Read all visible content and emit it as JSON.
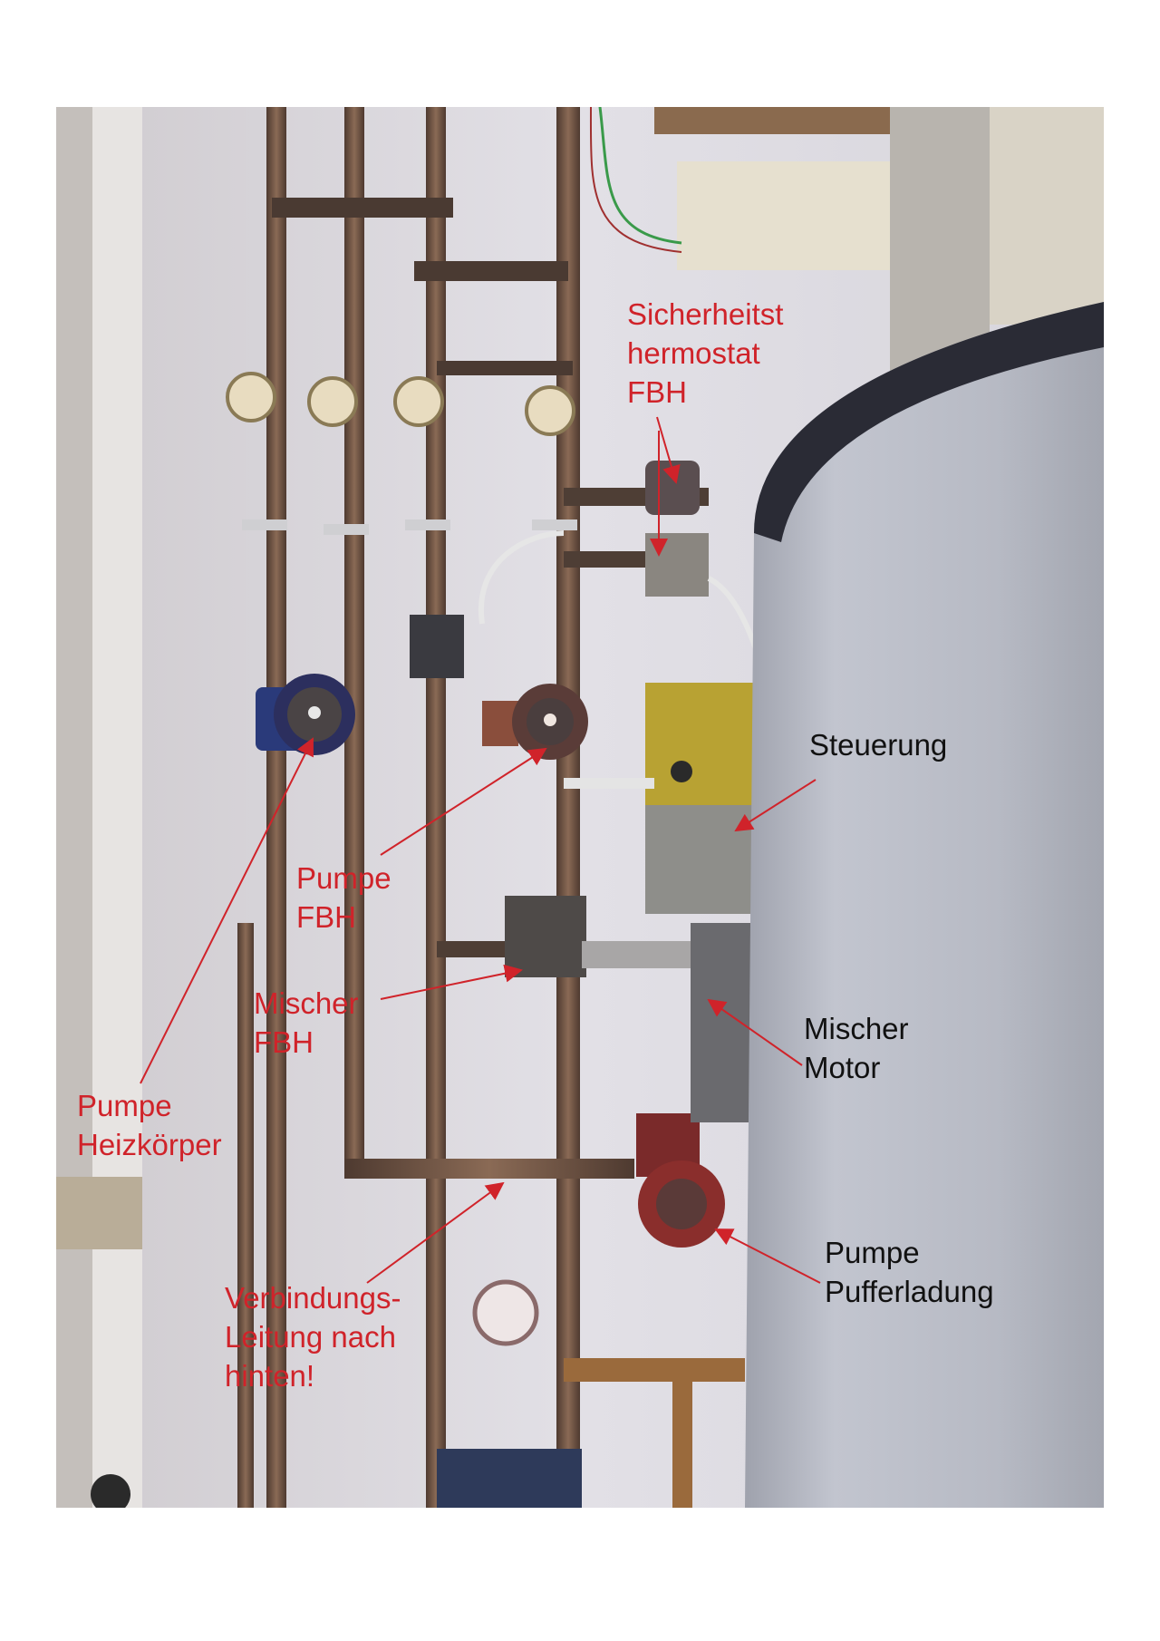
{
  "colors": {
    "red_label": "#d0232a",
    "black_label": "#111111",
    "wall": "#d9d6dc",
    "tank": "#b9bcc6",
    "copper": "#7a5a46"
  },
  "labels": {
    "sicherheitsthermostat": "Sicherheitst\nhermostat\nFBH",
    "steuerung": "Steuerung",
    "pumpe_fbh": "Pumpe\nFBH",
    "mischer_fbh": "Mischer\nFBH",
    "mischer_motor": "Mischer\nMotor",
    "pumpe_heizkoerper": "Pumpe\nHeizkörper",
    "pumpe_pufferladung": "Pumpe\nPufferladung",
    "verbindungsleitung": "Verbindungs-\nLeitung nach\nhinten!"
  }
}
